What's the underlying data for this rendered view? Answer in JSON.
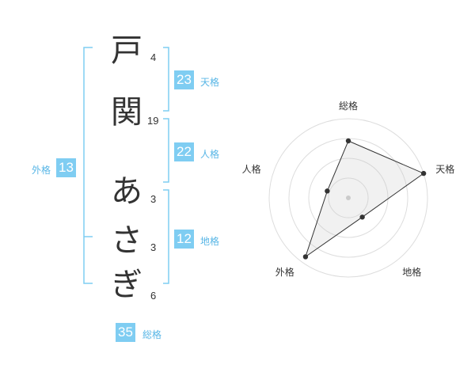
{
  "name": {
    "chars": [
      {
        "char": "戸",
        "strokes": "4"
      },
      {
        "char": "関",
        "strokes": "19"
      },
      {
        "char": "あ",
        "strokes": "3"
      },
      {
        "char": "さ",
        "strokes": "3"
      },
      {
        "char": "ぎ",
        "strokes": "6"
      }
    ]
  },
  "fortune": {
    "tenkaku": {
      "value": "23",
      "label": "天格"
    },
    "jinkaku": {
      "value": "22",
      "label": "人格"
    },
    "chikaku": {
      "value": "12",
      "label": "地格"
    },
    "gaikaku": {
      "value": "13",
      "label": "外格"
    },
    "soukaku": {
      "value": "35",
      "label": "総格"
    }
  },
  "colors": {
    "accent": "#7fcdf2",
    "accent_text": "#58b6e6",
    "bracket": "#7fcdf2"
  },
  "chart_data": {
    "type": "radar",
    "axes": [
      "総格",
      "天格",
      "地格",
      "外格",
      "人格"
    ],
    "values": [
      0.72,
      1.0,
      0.3,
      0.92,
      0.28
    ],
    "rings": 4,
    "max": 1.0
  }
}
